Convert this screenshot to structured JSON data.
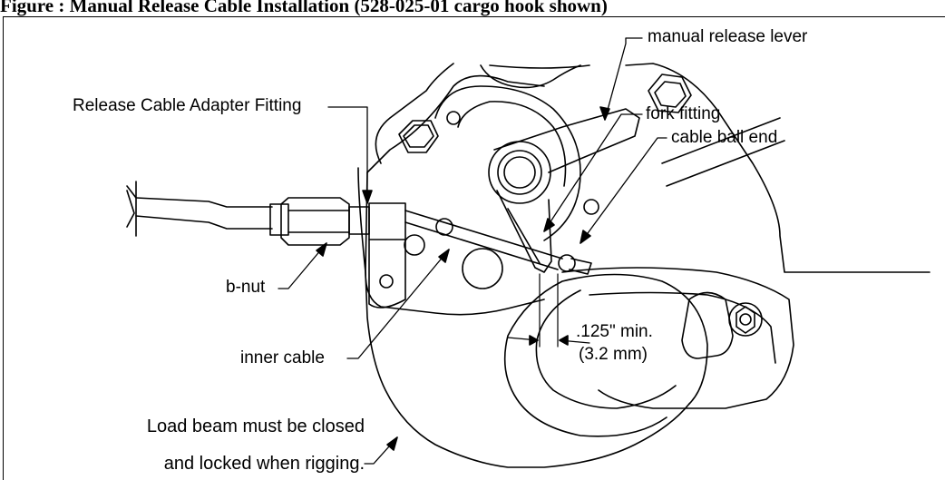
{
  "figure": {
    "caption": "Figure : Manual Release Cable Installation (528-025-01 cargo hook shown)"
  },
  "callouts": {
    "manual_release_lever": "manual release lever",
    "fork_fitting": "fork fitting",
    "cable_ball_end": "cable ball end",
    "release_cable_adapter_fitting": "Release Cable Adapter Fitting",
    "b_nut": "b-nut",
    "inner_cable": "inner cable",
    "dimension_imperial": ".125\" min.",
    "dimension_metric": "(3.2 mm)",
    "note_line1": "Load beam must be closed",
    "note_line2": "and locked when rigging."
  }
}
